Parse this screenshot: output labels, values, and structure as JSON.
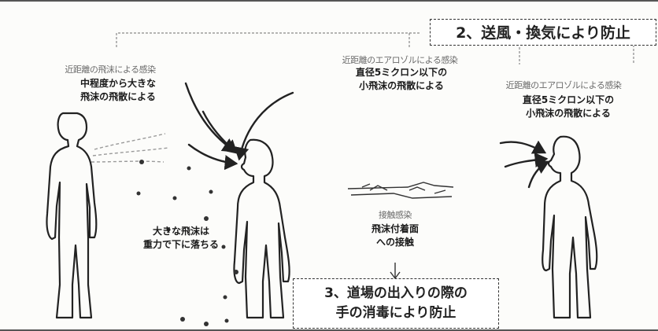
{
  "left_label": {
    "caption": "近距離の飛沫による感染",
    "line1": "中程度から大きな",
    "line2": "飛沫の飛散による"
  },
  "center_label": {
    "caption": "近距離のエアロゾルによる感染",
    "line1": "直径5ミクロン以下の",
    "line2": "小飛沫の飛散による"
  },
  "right_label": {
    "caption": "近距離のエアロゾルによる感染",
    "line1": "直径5ミクロン以下の",
    "line2": "小飛沫の飛散による"
  },
  "drops_label": {
    "line1": "大きな飛沫は",
    "line2": "重力で下に落ちる"
  },
  "surface_label": {
    "caption": "接触感染",
    "line1": "飛沫付着面",
    "line2": "への接触"
  },
  "prevention_2": {
    "text": "2、送風・換気により防止"
  },
  "prevention_3": {
    "line1": "3、道場の出入りの際の",
    "line2": "手の消毒により防止"
  },
  "colors": {
    "ink": "#222222",
    "faint": "#8a8a8a",
    "paper": "#fcfcfa"
  }
}
